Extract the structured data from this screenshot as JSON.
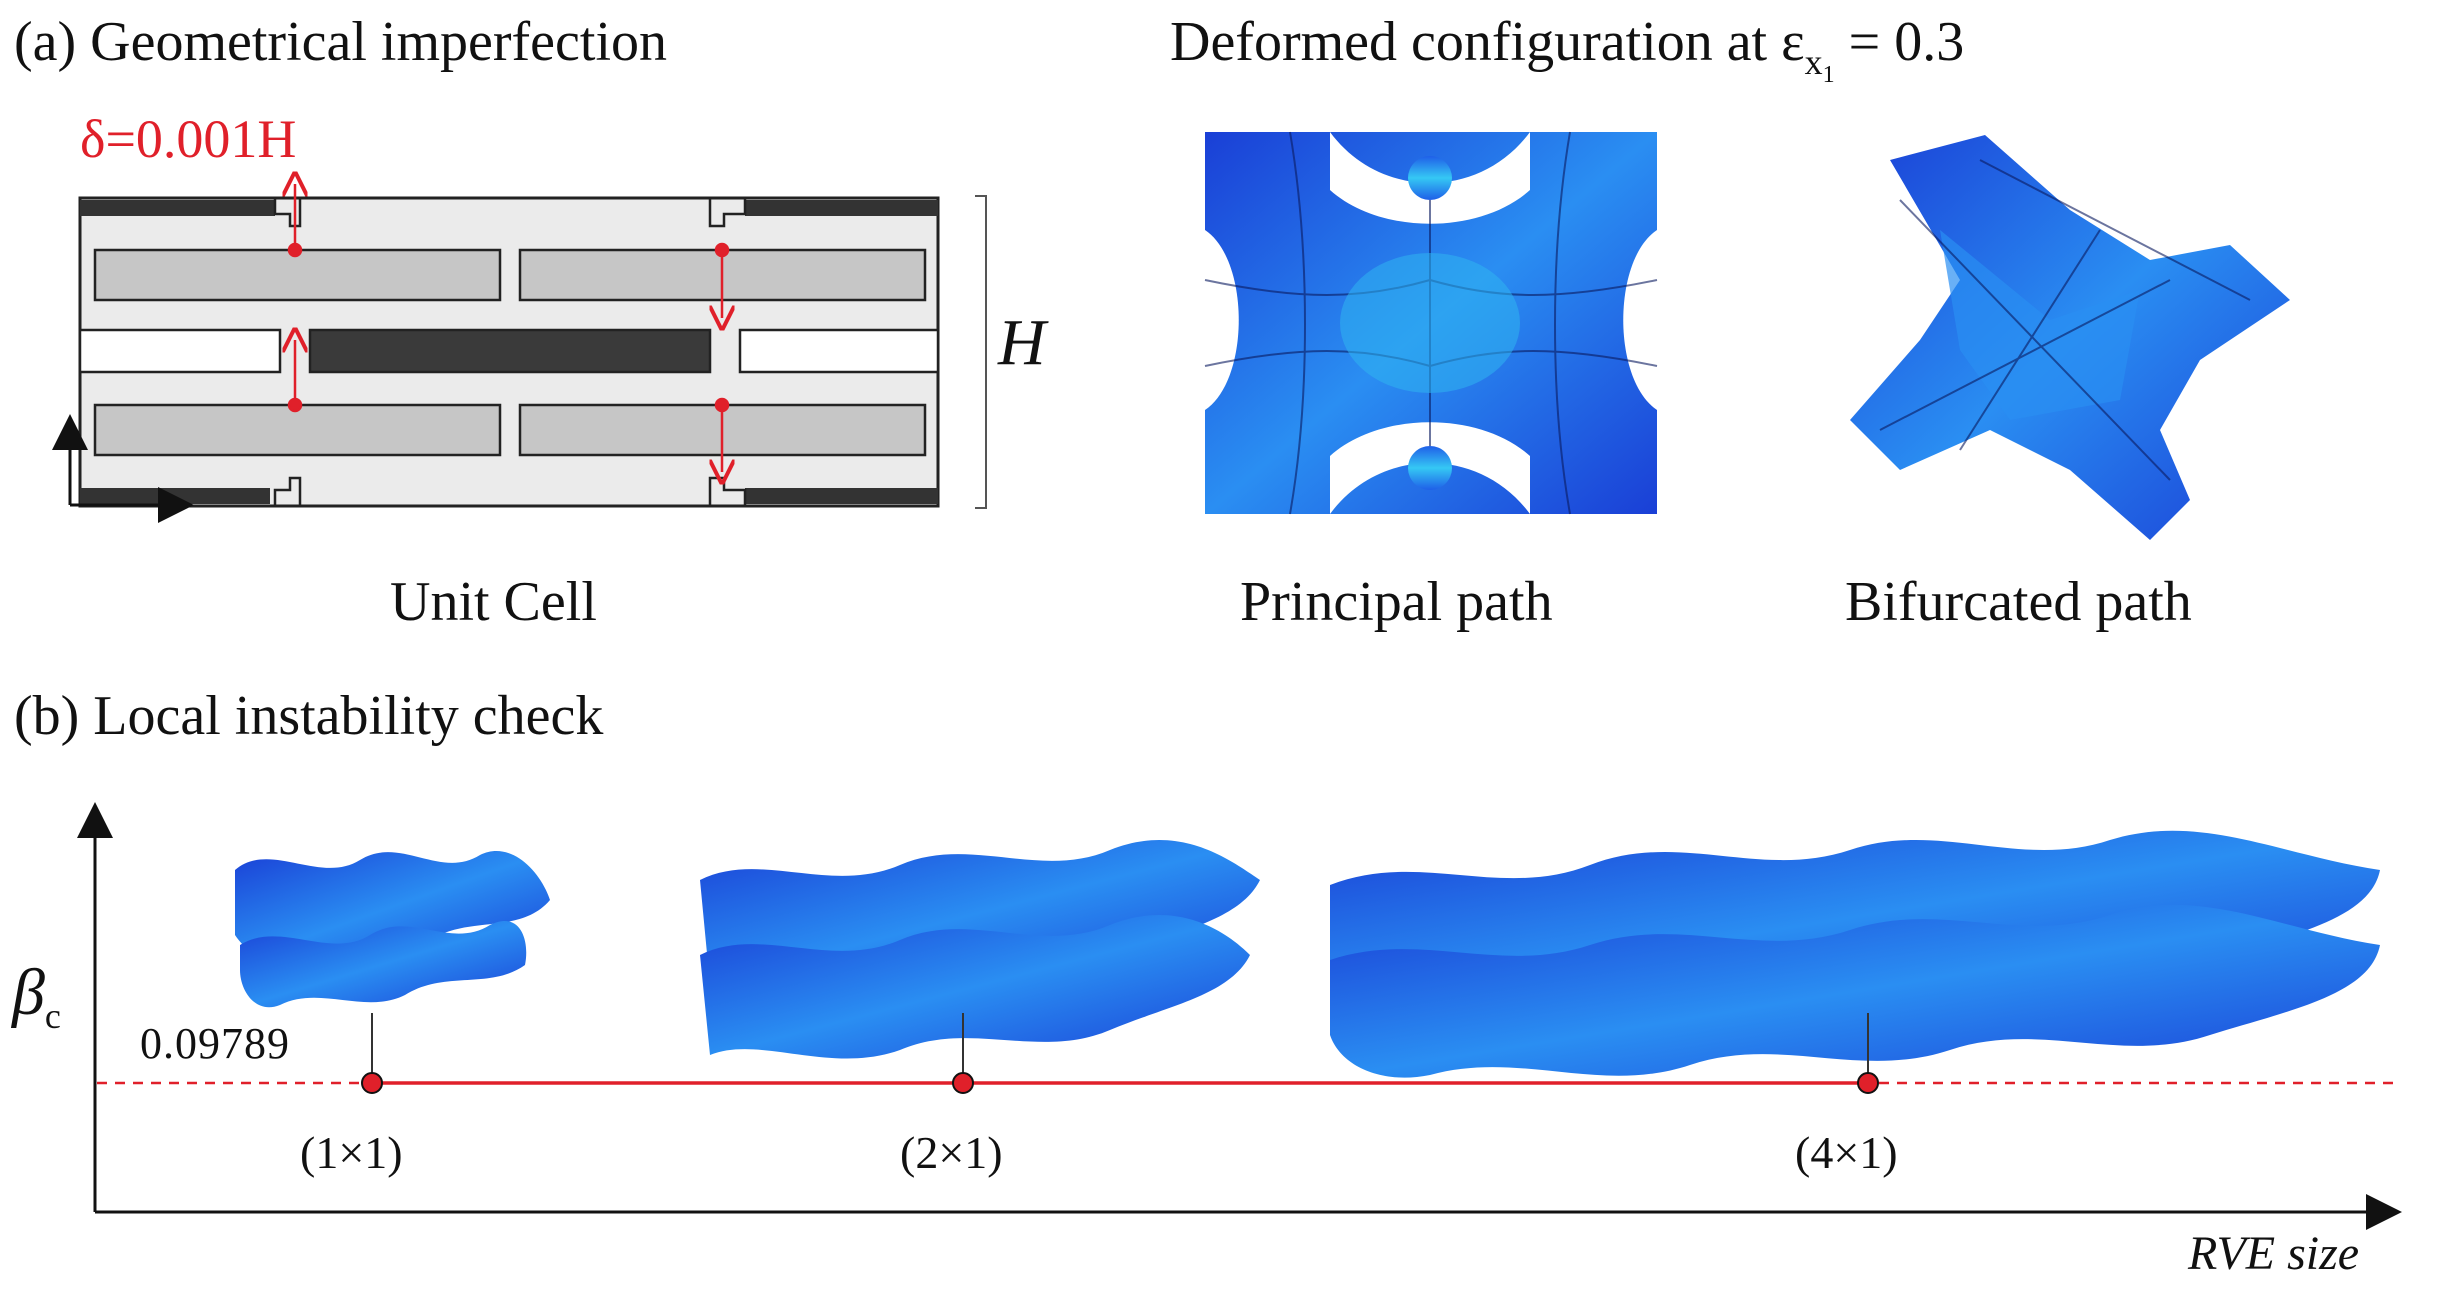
{
  "panel_a": {
    "label": "(a) Geometrical imperfection",
    "deformed_title": "Deformed configuration at ε",
    "deformed_sub": "x",
    "deformed_subsub": "1",
    "deformed_value": " = 0.3",
    "imperfection": "δ=0.001H",
    "height_label": "H",
    "captions": [
      "Unit Cell",
      "Principal path",
      "Bifurcated path"
    ]
  },
  "panel_b": {
    "label": "(b) Local instability check",
    "y_axis_symbol": "β",
    "y_axis_sub": "c",
    "x_axis_label": "RVE size",
    "critical_value": "0.09789"
  },
  "chart_data": {
    "type": "scatter",
    "title": "(b) Local instability check",
    "xlabel": "RVE size",
    "ylabel": "β_c",
    "categories": [
      "(1×1)",
      "(2×1)",
      "(4×1)"
    ],
    "series": [
      {
        "values": [
          0.09789,
          0.09789,
          0.09789
        ]
      }
    ],
    "reference_line": 0.09789
  },
  "colors": {
    "red": "#e0202a",
    "blue_dark": "#1030c8",
    "blue_mid": "#1f6ff0",
    "cyan": "#29c6f2",
    "gray_light": "#c8c8c8",
    "gray_dark": "#3c3c3c"
  }
}
